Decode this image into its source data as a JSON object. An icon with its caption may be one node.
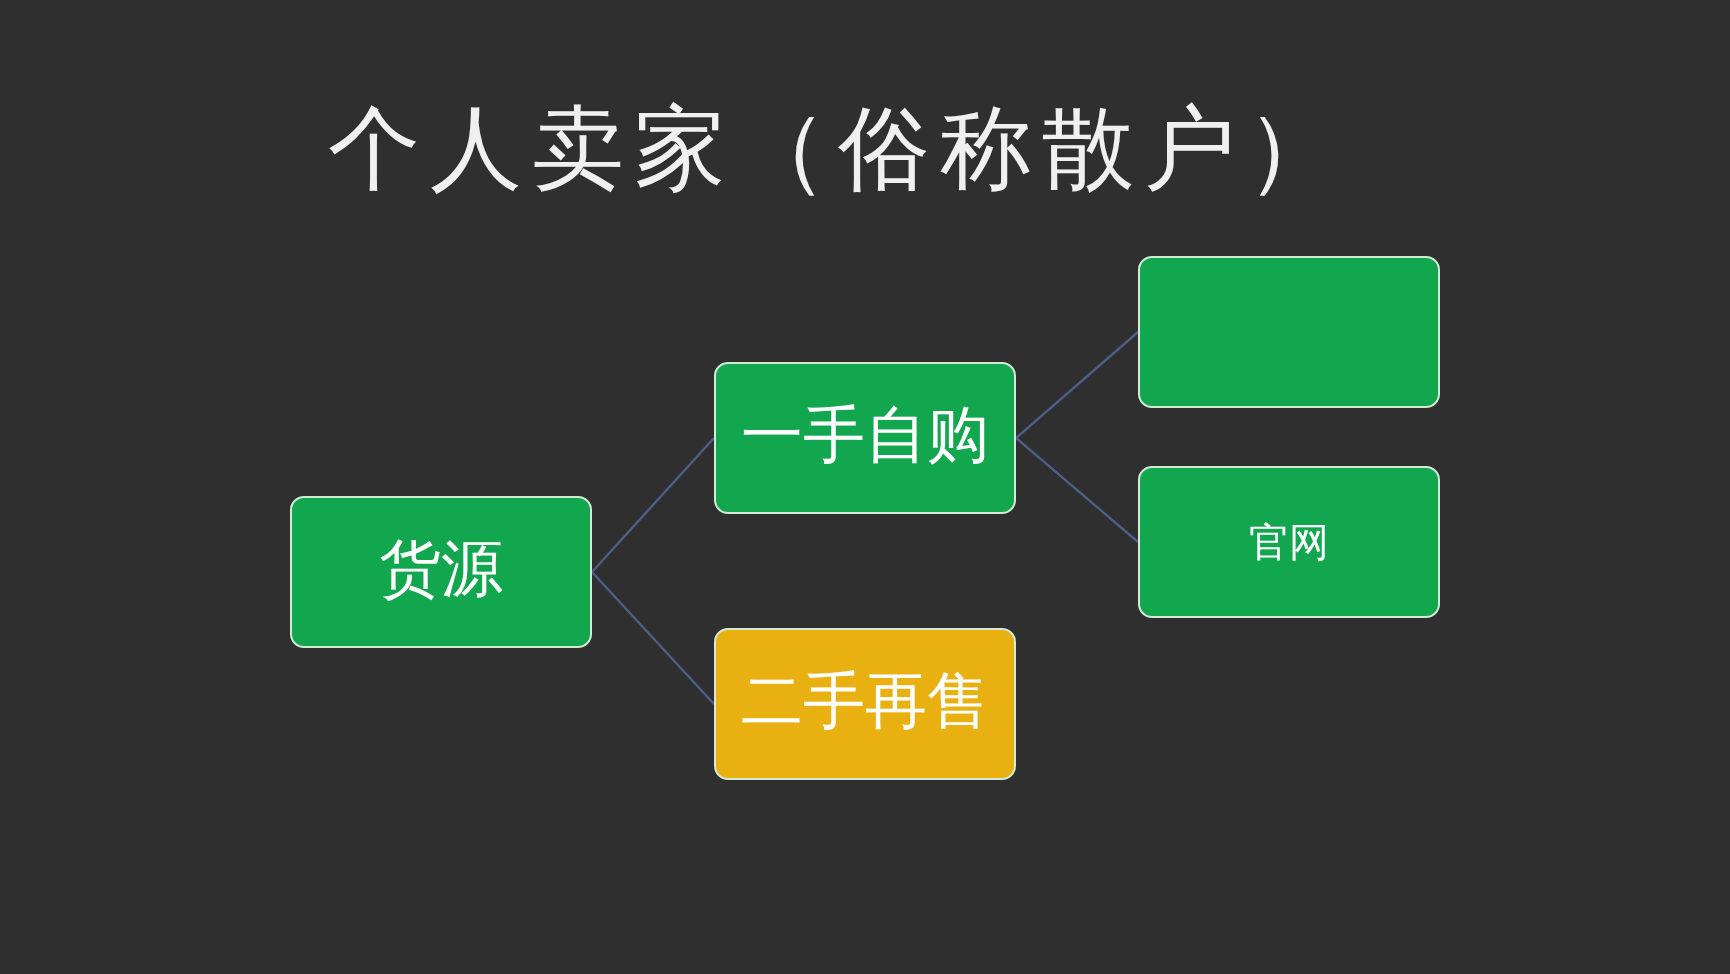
{
  "diagram": {
    "title": "个人卖家（俗称散户）",
    "nodes": [
      {
        "text": [
          "货源"
        ]
      },
      {
        "text": [
          "一手自购"
        ]
      },
      {
        "text": [
          "二手再售"
        ]
      },
      {
        "text": [],
        "shape": "box"
      },
      {
        "text": [
          "官网"
        ]
      }
    ],
    "edges": [
      {
        "from": 0,
        "to": 1,
        "arrow": "none"
      },
      {
        "from": 0,
        "to": 2,
        "arrow": "none"
      },
      {
        "from": 1,
        "to": 3,
        "arrow": "none"
      },
      {
        "from": 1,
        "to": 4,
        "arrow": "none"
      }
    ]
  }
}
